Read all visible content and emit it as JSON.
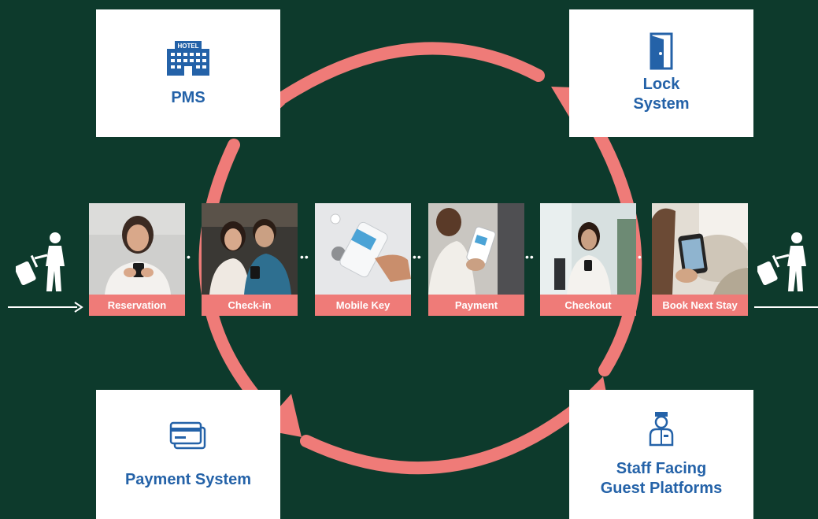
{
  "systems": {
    "pms": {
      "label": "PMS",
      "icon": "hotel-building-icon"
    },
    "lock": {
      "label": "Lock\nSystem",
      "icon": "door-icon"
    },
    "payment": {
      "label": "Payment System",
      "icon": "credit-card-icon"
    },
    "staff": {
      "label": "Staff Facing\nGuest Platforms",
      "icon": "staff-member-icon"
    },
    "hotel_sign": "HOTEL"
  },
  "journey": {
    "steps": [
      {
        "label": "Reservation"
      },
      {
        "label": "Check-in"
      },
      {
        "label": "Mobile Key"
      },
      {
        "label": "Payment"
      },
      {
        "label": "Checkout"
      },
      {
        "label": "Book Next Stay"
      }
    ],
    "start_icon": "traveler-with-suitcase-icon",
    "end_icon": "traveler-with-suitcase-icon"
  },
  "colors": {
    "background": "#0d3a2c",
    "accent": "#ef7b78",
    "text_blue": "#2462a8",
    "box": "#ffffff"
  }
}
